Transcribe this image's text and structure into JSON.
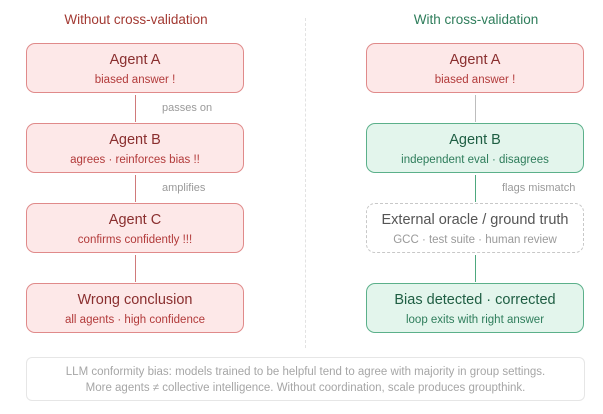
{
  "columns": {
    "left": {
      "title": "Without cross-validation",
      "nodes": [
        {
          "title": "Agent A",
          "subtitle": "biased answer !"
        },
        {
          "title": "Agent B",
          "subtitle": "agrees · reinforces bias !!"
        },
        {
          "title": "Agent C",
          "subtitle": "confirms confidently !!!"
        },
        {
          "title": "Wrong conclusion",
          "subtitle": "all agents · high confidence"
        }
      ],
      "edge_labels": [
        "passes on",
        "amplifies"
      ]
    },
    "right": {
      "title": "With cross-validation",
      "nodes": [
        {
          "title": "Agent A",
          "subtitle": "biased answer !"
        },
        {
          "title": "Agent B",
          "subtitle": "independent eval · disagrees"
        },
        {
          "title": "External oracle / ground truth",
          "subtitle": "GCC · test suite · human review"
        },
        {
          "title": "Bias detected · corrected",
          "subtitle": "loop exits with right answer"
        }
      ],
      "edge_labels": [
        "flags mismatch"
      ]
    }
  },
  "footer": {
    "line1": "LLM conformity bias: models trained to be helpful tend to agree with majority in group settings.",
    "line2": "More agents ≠ collective intelligence. Without coordination, scale produces groupthink."
  },
  "colors": {
    "bad_fill": "#fde8e8",
    "bad_border": "#e08a8a",
    "good_fill": "#e3f5ec",
    "good_border": "#5bb08a",
    "neutral_border": "#c8c8c8"
  }
}
